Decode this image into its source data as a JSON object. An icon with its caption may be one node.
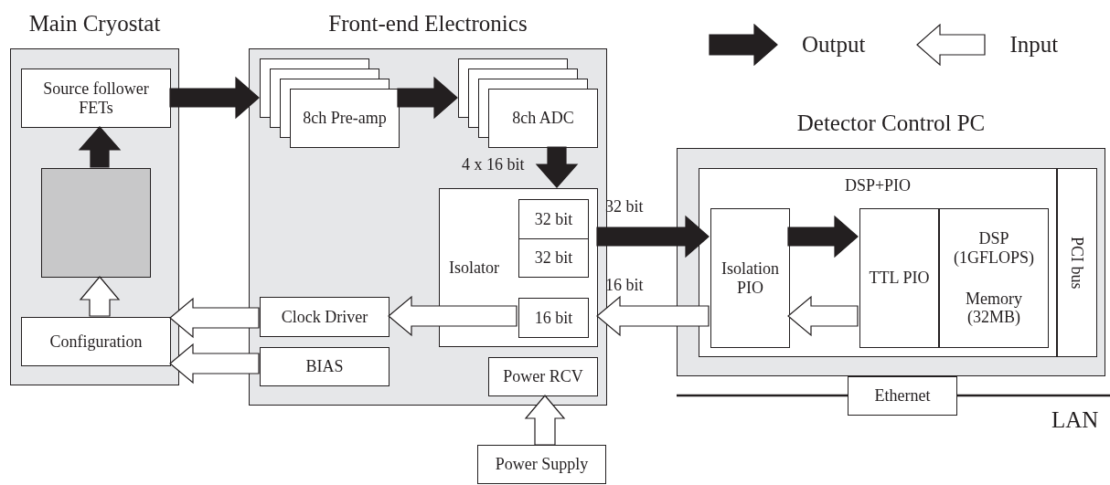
{
  "diagram": {
    "nodes": [
      {
        "text": [
          "Main Cryostat"
        ]
      },
      {
        "text": [
          "Source follower FETs"
        ],
        "in": 0
      },
      {
        "text": [],
        "shape": "box",
        "in": 0
      },
      {
        "text": [
          "Configuration"
        ],
        "in": 0
      },
      {
        "text": [
          "Front-end Electronics"
        ]
      },
      {
        "text": [
          "8ch Pre-amp"
        ],
        "in": 4
      },
      {
        "text": [
          "8ch ADC"
        ],
        "in": 4
      },
      {
        "text": [
          "Isolator"
        ],
        "in": 4
      },
      {
        "text": [
          "32 bit"
        ],
        "in": 7
      },
      {
        "text": [
          "32 bit"
        ],
        "in": 7
      },
      {
        "text": [
          "16 bit"
        ],
        "in": 7
      },
      {
        "text": [
          "Clock Driver"
        ],
        "in": 4
      },
      {
        "text": [
          "BIAS"
        ],
        "in": 4
      },
      {
        "text": [
          "Power RCV"
        ],
        "in": 4
      },
      {
        "text": [
          "Power Supply"
        ]
      },
      {
        "text": [
          "Detector Control PC"
        ]
      },
      {
        "text": [
          "DSP+PIO"
        ],
        "in": 15
      },
      {
        "text": [
          "Isolation PIO"
        ],
        "in": 16
      },
      {
        "text": [
          "TTL PIO"
        ],
        "in": 16
      },
      {
        "text": [
          "DSP (1GFLOPS)",
          "Memory (32MB)"
        ],
        "in": 16
      },
      {
        "text": [
          "PCI bus"
        ],
        "in": 15
      },
      {
        "text": [
          "Ethernet"
        ]
      }
    ],
    "edges": [
      {
        "from": 2,
        "to": 1,
        "arrow": "to",
        "color": "#231f20"
      },
      {
        "from": 1,
        "to": 5,
        "arrow": "to",
        "color": "#231f20"
      },
      {
        "from": 5,
        "to": 6,
        "arrow": "to",
        "color": "#231f20"
      },
      {
        "from": 6,
        "to": 7,
        "arrow": "to",
        "label": "4 x 16 bit",
        "color": "#231f20"
      },
      {
        "from": 7,
        "to": 17,
        "arrow": "to",
        "label": "32 bit",
        "color": "#231f20"
      },
      {
        "from": 17,
        "to": 18,
        "arrow": "to",
        "color": "#231f20"
      },
      {
        "from": 18,
        "to": 17,
        "arrow": "to"
      },
      {
        "from": 17,
        "to": 7,
        "arrow": "to",
        "label": "16 bit"
      },
      {
        "from": 10,
        "to": 11,
        "arrow": "to"
      },
      {
        "from": 11,
        "to": 3,
        "arrow": "to"
      },
      {
        "from": 12,
        "to": 3,
        "arrow": "to"
      },
      {
        "from": 3,
        "to": 2,
        "arrow": "to"
      },
      {
        "from": 14,
        "to": 13,
        "arrow": "to"
      }
    ],
    "labels": [
      "LAN"
    ],
    "legend": [
      {
        "text": "Output"
      },
      {
        "text": "Input"
      }
    ]
  }
}
